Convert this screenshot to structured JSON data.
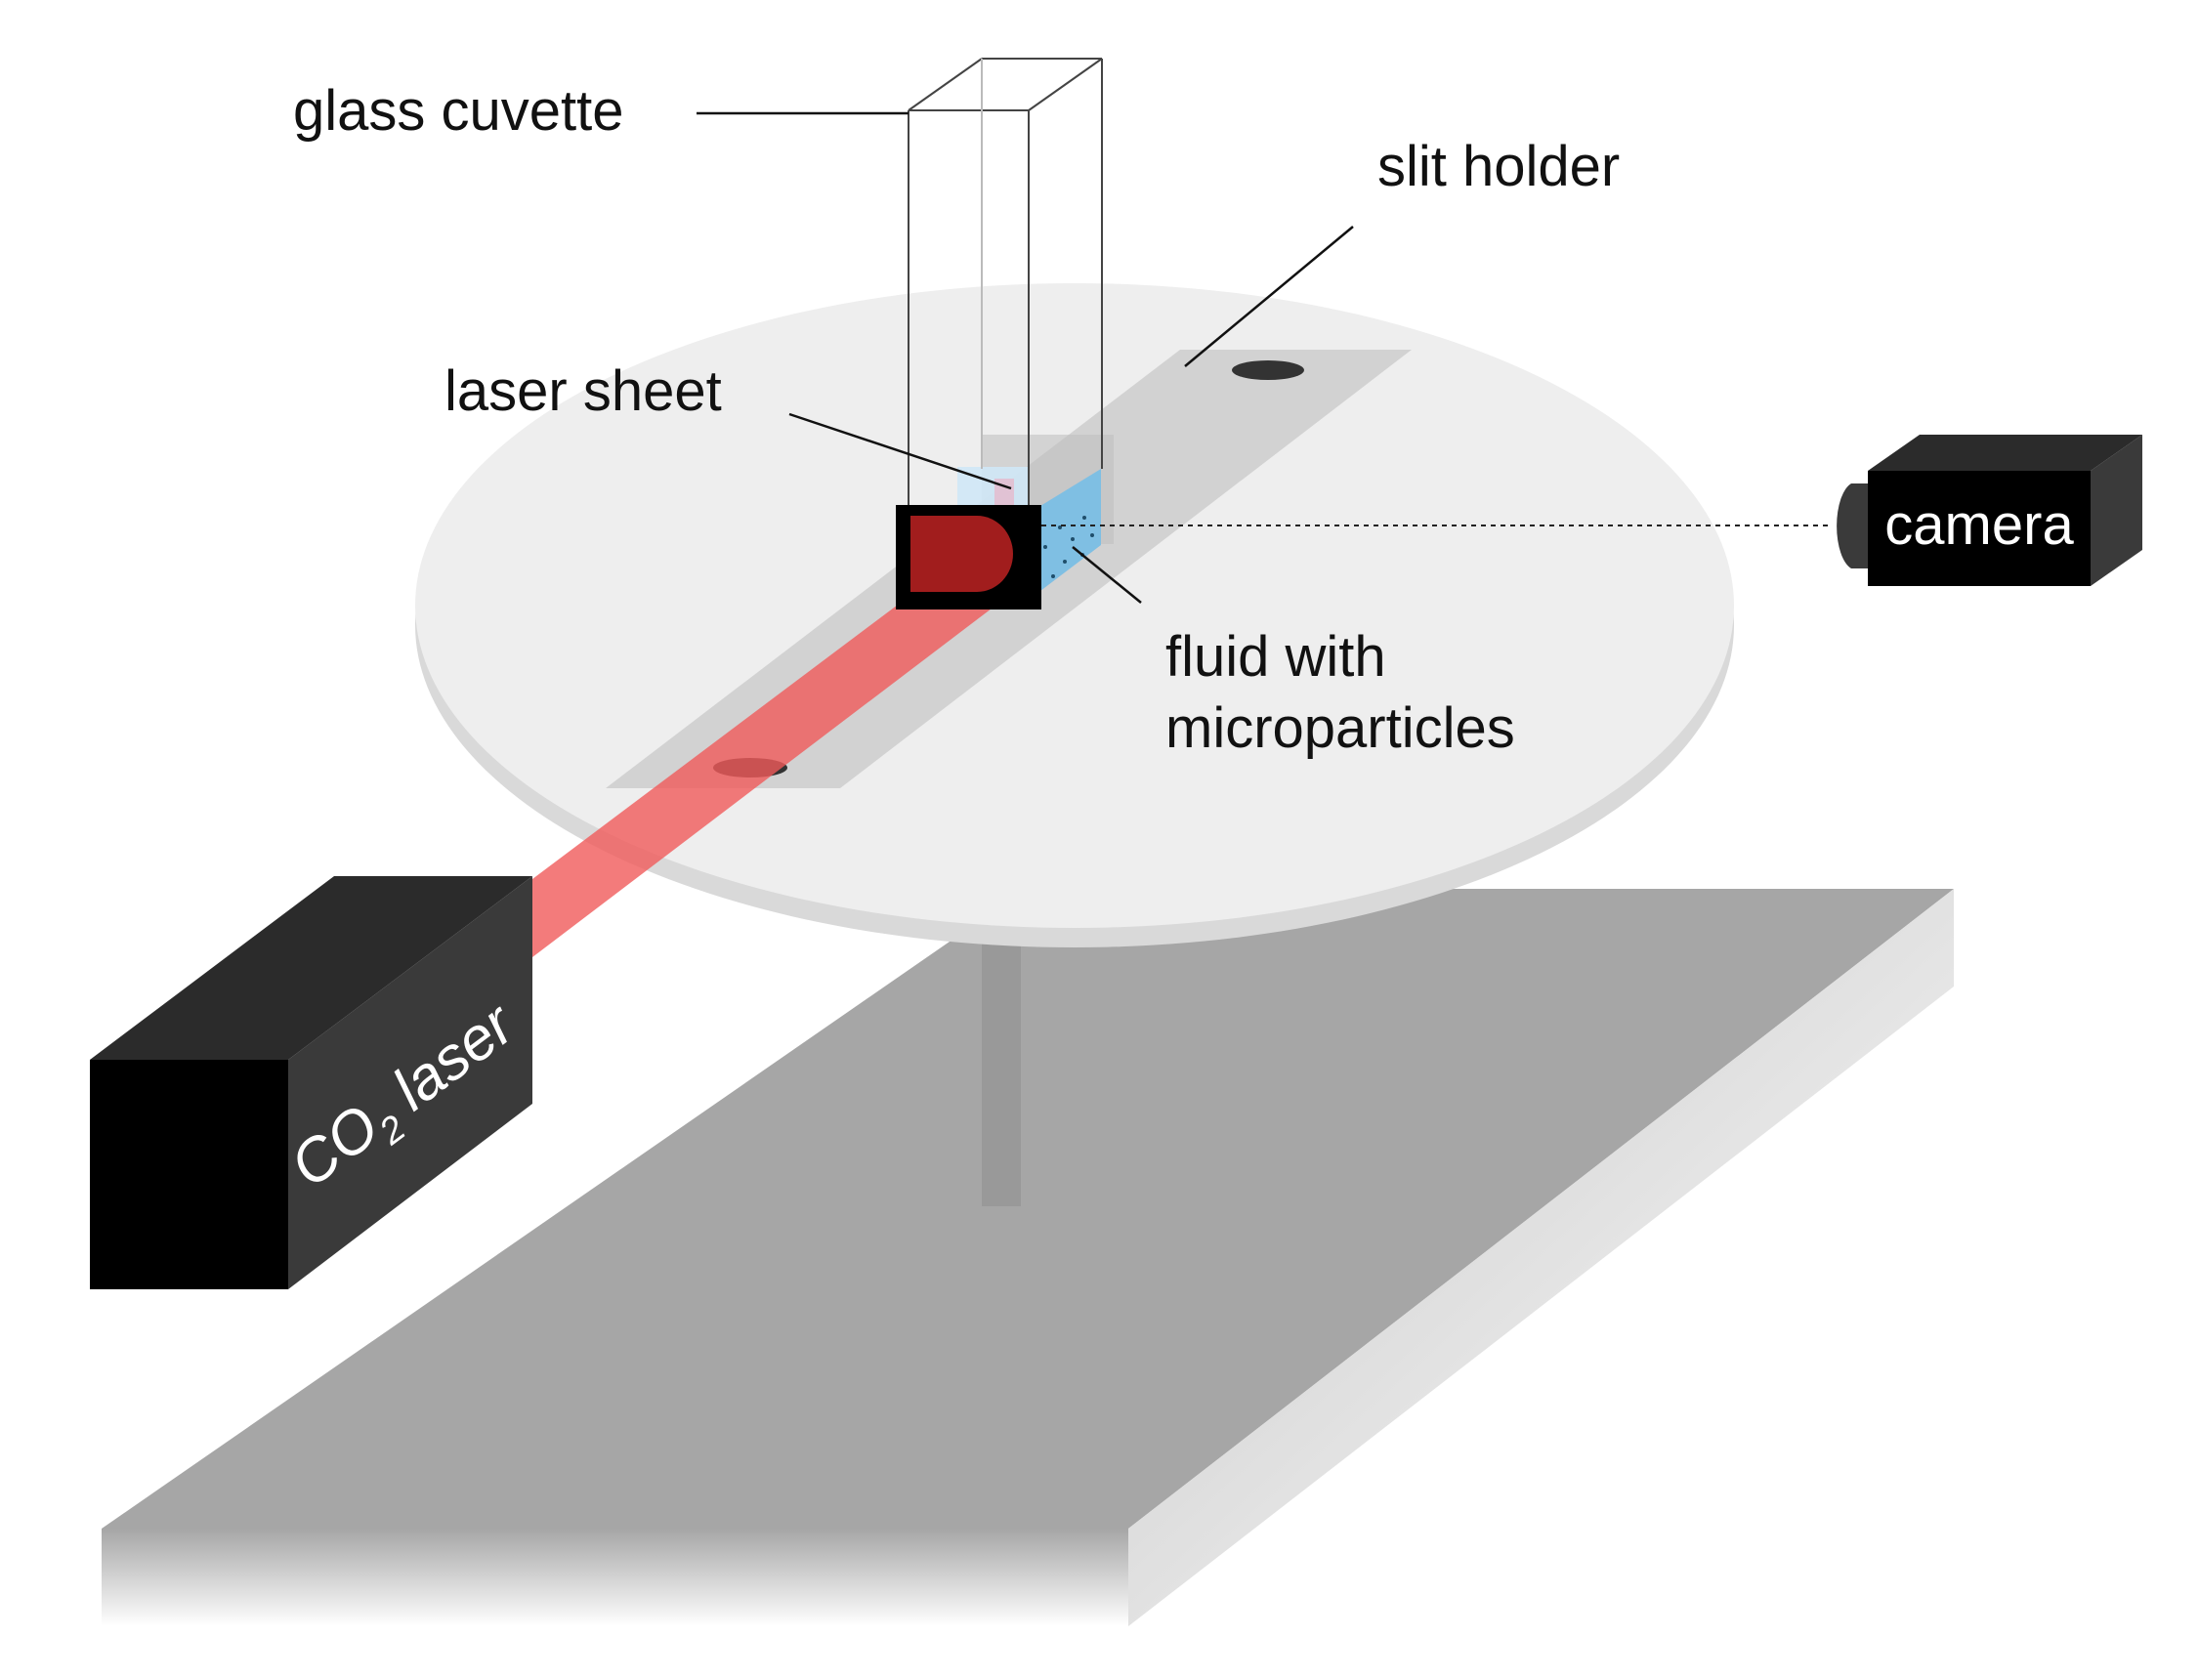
{
  "labels": {
    "glass_cuvette": "glass cuvette",
    "slit_holder": "slit holder",
    "laser_sheet": "laser sheet",
    "fluid_line1": "fluid with",
    "fluid_line2": "microparticles",
    "camera": "camera",
    "laser_main": "CO",
    "laser_sub": "2",
    "laser_rest": " laser"
  },
  "colors": {
    "beam": "#f05a5a",
    "spot": "#a11d1d",
    "device_front": "#000000",
    "device_side": "#3a3a3a",
    "fluid": "#8cc8e8",
    "table_top": "#a6a6a6",
    "disc": "#eeeeee",
    "label_text": "#111111"
  }
}
